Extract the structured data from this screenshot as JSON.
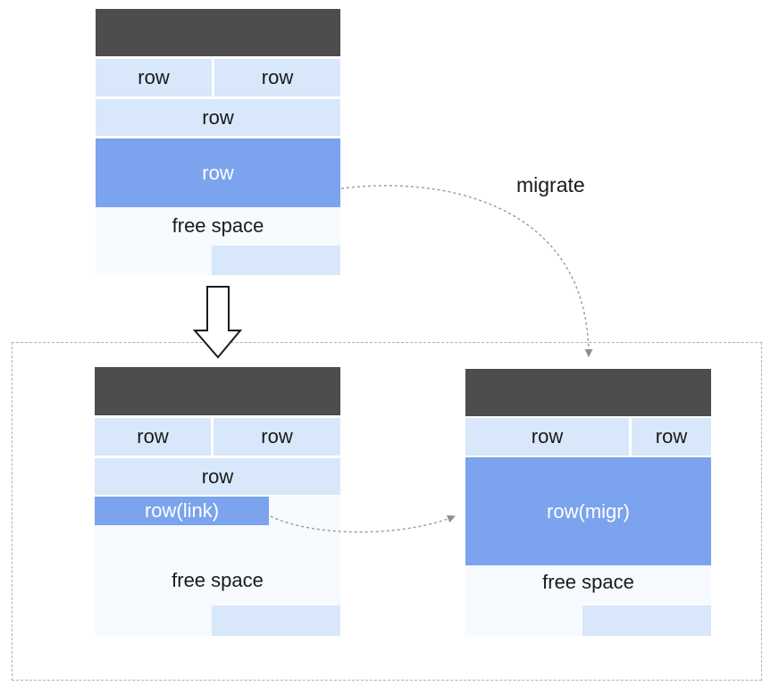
{
  "labels": {
    "migrate": "migrate"
  },
  "colors": {
    "page_header": "#4d4d4f",
    "row_light_blue": "#d8e7fa",
    "row_accent_blue": "#7ba3ee",
    "free_space_bg": "#f7fafe",
    "connector_gray": "#8f8f8f",
    "dashed_border": "#b0b0b0",
    "text_dark": "#1a1a1a",
    "text_on_blue": "#ffffff"
  },
  "top_page": {
    "row_a": "row",
    "row_b": "row",
    "row_c": "row",
    "row_d": "row",
    "free_space": "free space"
  },
  "bottom_left_page": {
    "row_a": "row",
    "row_b": "row",
    "row_c": "row",
    "row_link": "row(link)",
    "free_space": "free space"
  },
  "bottom_right_page": {
    "row_a": "row",
    "row_b": "row",
    "row_migr": "row(migr)",
    "free_space": "free space"
  }
}
